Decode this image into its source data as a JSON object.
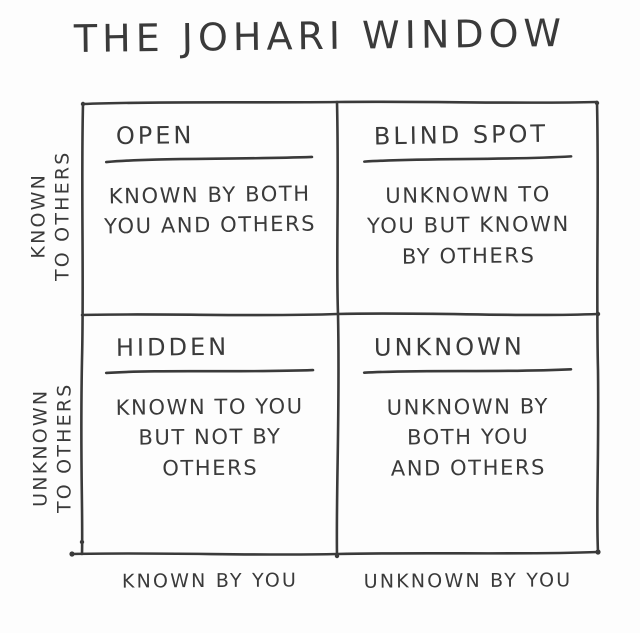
{
  "title": "THE JOHARI WINDOW",
  "diagram": {
    "quadrants": [
      {
        "id": "open",
        "heading": "OPEN",
        "body_lines": [
          "KNOWN BY BOTH",
          "YOU AND OTHERS"
        ],
        "position": "top-left"
      },
      {
        "id": "blind-spot",
        "heading": "BLIND SPOT",
        "body_lines": [
          "UNKNOWN TO",
          "YOU BUT KNOWN",
          "BY OTHERS"
        ],
        "position": "top-right"
      },
      {
        "id": "hidden",
        "heading": "HIDDEN",
        "body_lines": [
          "KNOWN TO YOU",
          "BUT NOT BY",
          "OTHERS"
        ],
        "position": "bottom-left"
      },
      {
        "id": "unknown",
        "heading": "UNKNOWN",
        "body_lines": [
          "UNKNOWN BY",
          "BOTH YOU",
          "AND OTHERS"
        ],
        "position": "bottom-right"
      }
    ],
    "y_axis": {
      "top_label_line1": "KNOWN",
      "top_label_line2": "TO OTHERS",
      "bottom_label_line1": "UNKNOWN",
      "bottom_label_line2": "TO OTHERS"
    },
    "x_axis": {
      "left_label": "KNOWN BY YOU",
      "right_label": "UNKNOWN BY YOU"
    },
    "colors": {
      "ink": "#3a3a3a",
      "background": "#fdfdfd"
    }
  }
}
